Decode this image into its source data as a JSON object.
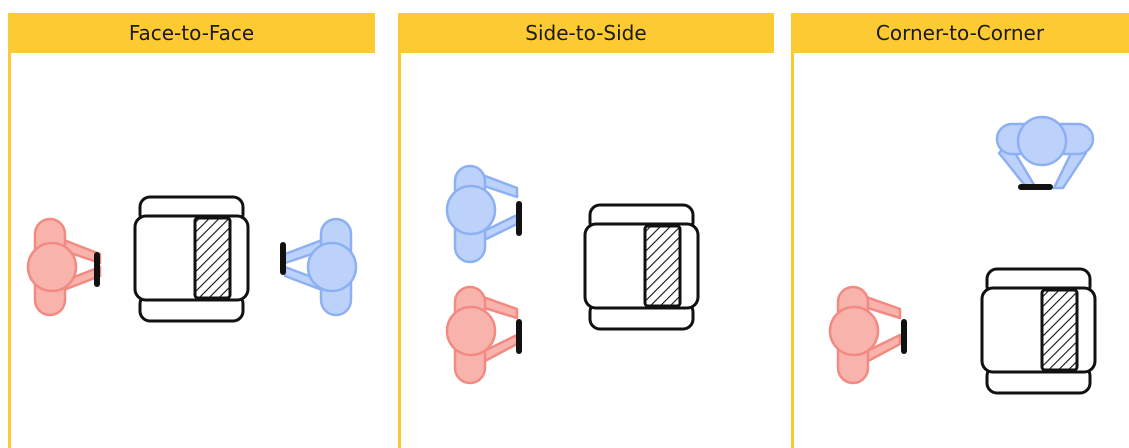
{
  "panels": [
    {
      "title": "Face-to-Face"
    },
    {
      "title": "Side-to-Side"
    },
    {
      "title": "Corner-to-Corner"
    }
  ],
  "colors": {
    "header": "#fccb33",
    "person_red_fill": "#f9b3ad",
    "person_red_stroke": "#f28a82",
    "person_blue_fill": "#bcd2fb",
    "person_blue_stroke": "#8db0f3",
    "chair_stroke": "#111111"
  }
}
